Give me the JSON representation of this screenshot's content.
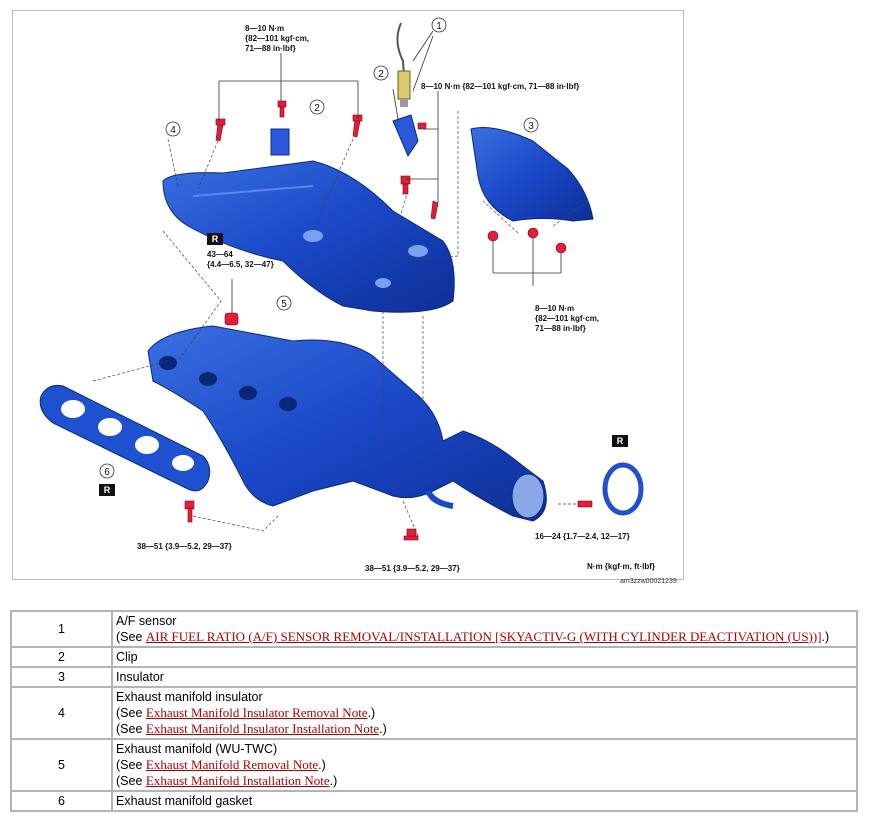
{
  "figure": {
    "callouts": [
      "1",
      "2",
      "2",
      "3",
      "4",
      "5",
      "6"
    ],
    "badges": [
      "R",
      "R",
      "R"
    ],
    "torque_labels": {
      "top_left": [
        "8—10 N·m",
        "{82—101 kgf·cm,",
        "71—88 in·lbf}"
      ],
      "top_mid": "8—10 N·m {82—101 kgf·cm, 71—88 in·lbf}",
      "right": [
        "8—10 N·m",
        "{82—101 kgf·cm,",
        "71—88 in·lbf}"
      ],
      "nut": [
        "43—64",
        "{4.4—6.5, 32—47}"
      ],
      "bottom_left": "38—51 {3.9—5.2, 29—37}",
      "bottom_mid": "38—51 {3.9—5.2, 29—37}",
      "bottom_right": "16—24 {1.7—2.4, 12—17}",
      "units": "N·m {kgf·m, ft·lbf}"
    },
    "code": "am3zzw00021239"
  },
  "parts": [
    {
      "num": "1",
      "name": "A/F sensor",
      "refs": [
        {
          "prefix": "(See ",
          "link": "AIR FUEL RATIO (A/F) SENSOR REMOVAL/INSTALLATION [SKYACTIV-G (WITH CYLINDER DEACTIVATION (US))]",
          "suffix": ".)"
        }
      ]
    },
    {
      "num": "2",
      "name": "Clip",
      "refs": []
    },
    {
      "num": "3",
      "name": "Insulator",
      "refs": []
    },
    {
      "num": "4",
      "name": "Exhaust manifold insulator",
      "refs": [
        {
          "prefix": "(See ",
          "link": "Exhaust Manifold Insulator Removal Note",
          "suffix": ".)"
        },
        {
          "prefix": "(See ",
          "link": "Exhaust Manifold Insulator Installation Note",
          "suffix": ".)"
        }
      ]
    },
    {
      "num": "5",
      "name": "Exhaust manifold (WU-TWC)",
      "refs": [
        {
          "prefix": "(See ",
          "link": "Exhaust Manifold Removal Note",
          "suffix": ".)"
        },
        {
          "prefix": "(See ",
          "link": "Exhaust Manifold Installation Note",
          "suffix": ".)"
        }
      ]
    },
    {
      "num": "6",
      "name": "Exhaust manifold gasket",
      "refs": []
    }
  ]
}
